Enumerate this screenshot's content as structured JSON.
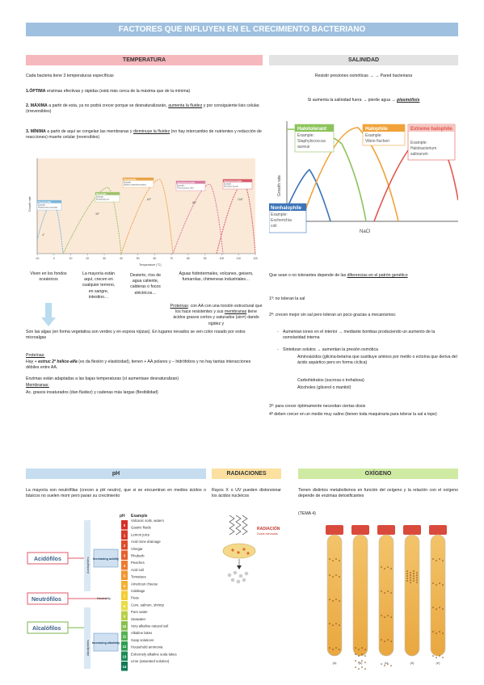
{
  "title": "FACTORES QUE INFLUYEN EN EL CRECIMIENTO BACTERIANO",
  "temperatura": {
    "header": "TEMPERATURA",
    "intro": "Cada bacteria tiene 3 temperaturas específicas",
    "optima_label": "1.ÓPTIMA",
    "optima_text": " enzimas efectivas y rápidas (está más cerca de la máxima que de la mínima)",
    "maxima_label": "2. MÁXIMA",
    "maxima_text_a": " a partir de esta, ya no podrá crecer porque se desnaturalizarán, ",
    "maxima_text_u": "aumenta la fluidez",
    "maxima_text_b": " y por consiguiente lisis celular. (irreversibles)",
    "minima_label": "3. MÍNIMA",
    "minima_text_a": " a partir de aquí se congelan las membranas y ",
    "minima_text_u": "disminuye la fluidez",
    "minima_text_b": " (no hay intercambio de nutrientes y reducción de reacciones) muerte celular (reversibles)",
    "chart": {
      "ylabel": "Growth rate",
      "xlabel": "Temperature (°C)",
      "ticks": [
        "-10",
        "0",
        "10",
        "20",
        "30",
        "40",
        "50",
        "60",
        "70",
        "80",
        "90",
        "100",
        "110",
        "120"
      ],
      "curves": [
        {
          "name": "Psychrophile",
          "example": "Example:",
          "species": "Polaromonas vacuolata",
          "peak": "4°",
          "color": "#7ab6d8"
        },
        {
          "name": "Mesophile",
          "example": "Example:",
          "species": "Escherichia coli",
          "peak": "39°",
          "color": "#9bc26b"
        },
        {
          "name": "Thermophile",
          "example": "Example:",
          "species": "Bacillus stearothermophilus",
          "peak": "60°",
          "color": "#e8a54b"
        },
        {
          "name": "Hyperthermophile",
          "example": "Example:",
          "species": "Thermococcus celer",
          "peak": "88°",
          "color": "#d77da3"
        },
        {
          "name": "Hyperthermophile",
          "example": "Example:",
          "species": "Pyrolobus fumarii",
          "peak": "106°",
          "color": "#d65b6a"
        }
      ]
    },
    "habitats": {
      "psychro": "Viven en los fondos oceánicos",
      "meso": "La mayoría están aquí, crecen en cualquier terreno, en sangre, intestino…",
      "thermo": "Desierto, ríos de agua caliente, calderas o focos eléctricos…",
      "hyper": "Aguas hidrotermales, volcanes, geisers, fumarolas, chimeneas industriales…",
      "hyper2_u1": "Proteínas",
      "hyper2_a": ": con AA con una torsión estructural que los hace resistentes y sus ",
      "hyper2_u2": "membranas",
      "hyper2_b": " tiene ácidos grasos cortos y saturados (sin=) dando rigidez y"
    },
    "algae": "Son las algas (en forma vegetativa son verdes y en espora rojizas). En lugares nevados se ven color rosado por estos microalgas",
    "proteinas_label": "Proteínas:",
    "proteinas_a": "Hay + ",
    "proteinas_i": "estruc 2ª hélice-alfa",
    "proteinas_b": " (es da flexión y elasticidad), tienen + AA polares y – hidrófobos y no hay tantas interacciones débiles entre AA.",
    "enzimas": "Enzimas están adaptadas a las bajas temperaturas (sí aumentase desnaturalizan)",
    "membranas_label": "Membranas:",
    "membranas_text": "Ac. grasos insaturados (dan fluidez) y cadenas más largas (flexibilidad)"
  },
  "salinidad": {
    "header": "SALINIDAD",
    "line1": "Resistir presiones osmóticas → → Pared bacteriana",
    "line2_a": "Si aumenta la salinidad fuera → pierde agua → ",
    "line2_i": "plasmólisis",
    "chart": {
      "ylabel": "Growth rate",
      "xlabel": "NaCl",
      "origin": "0",
      "curves": [
        {
          "name": "Halotolerant",
          "line1": "Example:",
          "line2": "Staphylococcus",
          "line3": "aureus",
          "color": "#8cc35b"
        },
        {
          "name": "Halophile",
          "line1": "Example:",
          "line2": "Vibrio fischeri",
          "line3": "",
          "color": "#f0a238"
        },
        {
          "name": "Extreme halophile",
          "line1": "Example:",
          "line2": "Halobacterium",
          "line3": "salinarum",
          "color": "#e2574c"
        },
        {
          "name": "Nonhalophile",
          "line1": "Example:",
          "line2": "Escherichia",
          "line3": "coli",
          "color": "#3c74b9"
        }
      ]
    },
    "p1_a": "Que sean o no tolerantes depende de las ",
    "p1_u": "diferencias en el patrón genético",
    "p2": "1º: no toleran la sal",
    "p3": "2º: crecen mejor sin sal pero toleran un poco gracias a mecanismos:",
    "b1": "Aumentan iones en el interior → mediante bombas produciendo un aumento de la osmolaridad interna",
    "b2": "Sintetizan solutos → aumentan la presión osmótica",
    "b2_s1": "Aminoácidos (glicina-betaína que sustituye aminos por metilo o ectoína que deriva del ácido aspártico pero en forma cíclica)",
    "b2_s2": "Carbohidratos (sucrosa o trehalosa)",
    "b2_s3": "Alcoholes (glicerol o manitol)",
    "p4": "3º: para crecer óptimamente necesitan ciertas dosis",
    "p5": "4º deben crecer en un medio muy salino (tienen toda maquinaria para tolerar la sal a tope)"
  },
  "ph": {
    "header": "pH",
    "text": "La mayoría son neutrófilas (crecen a pH neutro), que si se encuentran en medios ácidos o básicos no suelen morir pero paran su crecimiento",
    "chart": {
      "col_ph": "pH",
      "col_example": "Example",
      "groups": [
        "Acidófilos",
        "Neutrófilos",
        "Alcalófilos"
      ],
      "side_acid": "Acidophiles",
      "side_alk": "Alkaliphiles",
      "box_acid": "Increasing acidity",
      "box_neutral": "Neutrality",
      "box_alk": "Increasing alkalinity",
      "levels": [
        "0",
        "1",
        "2",
        "3",
        "4",
        "5",
        "6",
        "7",
        "8",
        "9",
        "10",
        "11",
        "12",
        "13",
        "14"
      ],
      "examples": [
        "Volcanic soils, waters",
        "Gastric fluids",
        "Lemon juice",
        "Acid mine drainage",
        "Vinegar",
        "Rhubarb",
        "Peaches",
        "Acid soil",
        "Tomatoes",
        "American cheese",
        "Cabbage",
        "Peas",
        "Corn, salmon, shrimp",
        "Pure water",
        "Seawater",
        "Very alkaline natural soil",
        "Alkaline lakes",
        "Soap solutions",
        "Household ammonia",
        "Extremely alkaline soda lakes",
        "Lime (saturated solution)"
      ]
    }
  },
  "radiaciones": {
    "header": "RADIACIONES",
    "text": "Rayos X o UV pueden distorsionar los ácidos nucleicos",
    "img_title": "RADIACIÓN",
    "img_sub": "Dosis elevadas"
  },
  "oxigeno": {
    "header": "OXÍGENO",
    "text": "Tienen distintos metabolismos en función del oxígeno y la relación con el oxígeno depende de enzimas detoxificantes",
    "tema": "(TEMA 4)",
    "tube_labels": [
      "(a)",
      "(b)",
      "(c)",
      "(d)",
      "(e)"
    ]
  },
  "colors": {
    "title_bg": "#9fc0df",
    "temp_header": "#f5b8bd",
    "sal_header": "#e3e3e3",
    "ph_header": "#c6ddf0",
    "rad_header": "#fbe0a0",
    "ox_header": "#cfeaa3"
  }
}
